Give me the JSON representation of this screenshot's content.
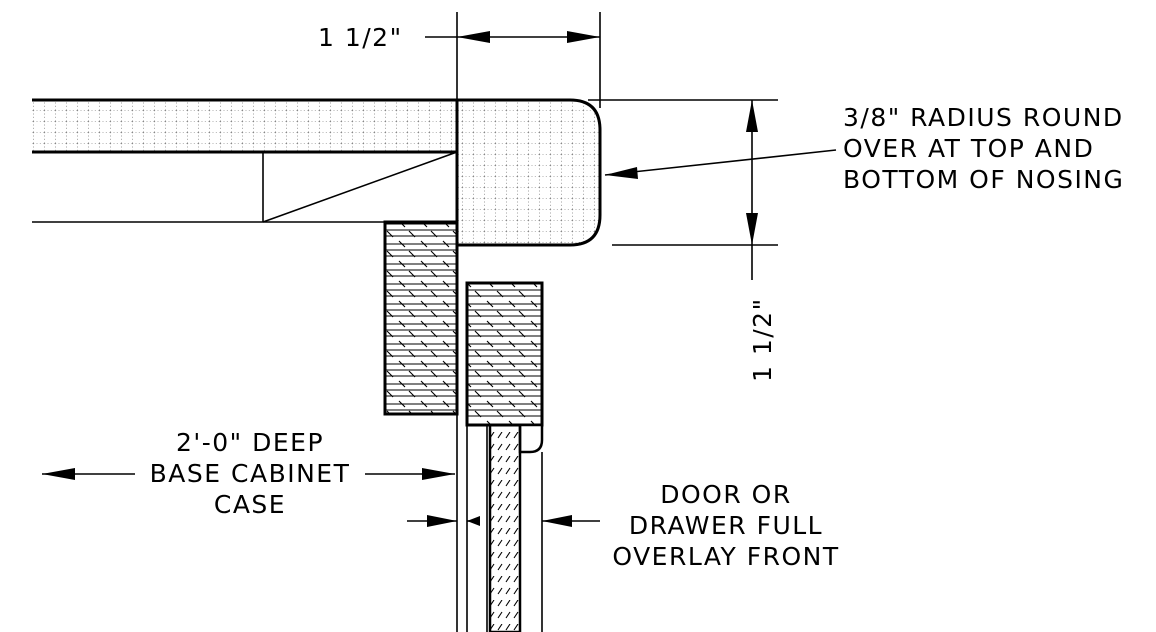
{
  "labels": {
    "top_dimension": "1 1/2\"",
    "side_dimension": "1 1/2\"",
    "radius_note": [
      "3/8\" RADIUS ROUND",
      "OVER AT TOP AND",
      "BOTTOM OF NOSING"
    ],
    "cabinet_note": [
      "2'-0\" DEEP",
      "BASE CABINET",
      "CASE"
    ],
    "door_note": [
      "DOOR OR",
      "DRAWER FULL",
      "OVERLAY FRONT"
    ]
  },
  "colors": {
    "line": "#000000",
    "background": "#ffffff"
  }
}
